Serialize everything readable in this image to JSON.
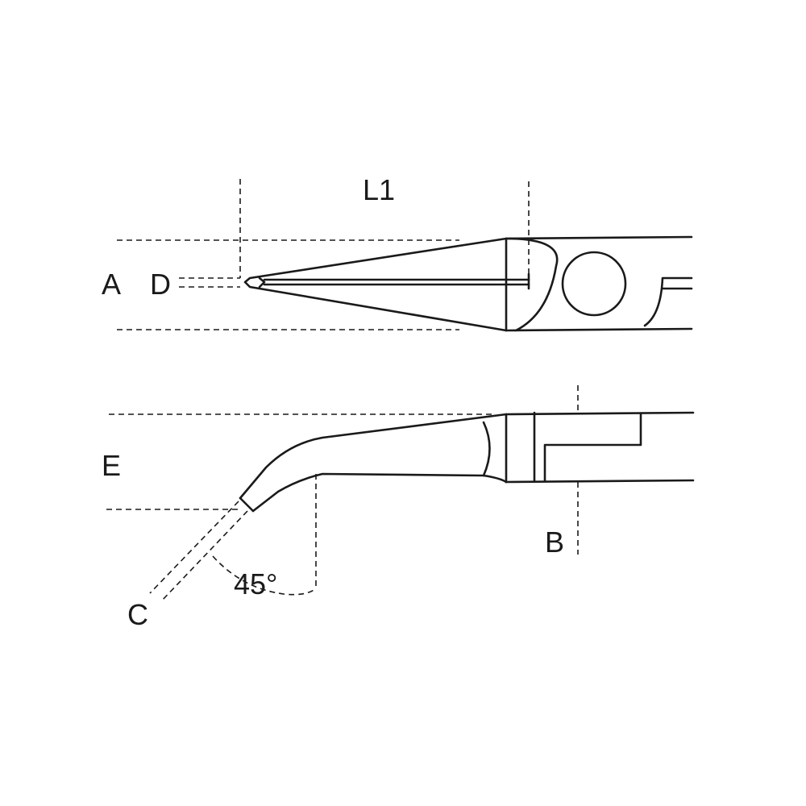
{
  "labels": {
    "l1": "L1",
    "a": "A",
    "d": "D",
    "e": "E",
    "b": "B",
    "c": "C",
    "angle": "45°"
  },
  "colors": {
    "ink": "#1a1a1a",
    "background": "#ffffff"
  }
}
